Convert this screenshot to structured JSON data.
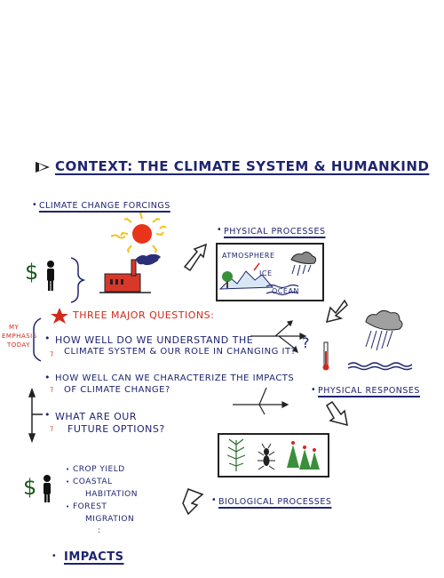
{
  "title": "CONTEXT: THE CLIMATE SYSTEM & HUMANKIND",
  "forcings_label": "CLIMATE CHANGE FORCINGS",
  "physical_processes": {
    "label": "PHYSICAL PROCESSES",
    "atmosphere": "ATMOSPHERE",
    "ice": "ICE",
    "ocean": "OCEAN"
  },
  "questions": {
    "header": "THREE MAJOR QUESTIONS:",
    "emphasis_line1": "MY",
    "emphasis_line2": "EMPHASIS",
    "emphasis_line3": "TODAY",
    "q1_line1": "HOW WELL DO WE UNDERSTAND THE",
    "q1_line2": "CLIMATE SYSTEM & OUR ROLE IN CHANGING IT?",
    "q2_line1": "HOW WELL CAN WE CHARACTERIZE THE IMPACTS",
    "q2_line2": "OF CLIMATE CHANGE?",
    "q3_line1": "WHAT ARE OUR",
    "q3_line2": "FUTURE OPTIONS?"
  },
  "physical_responses_label": "PHYSICAL RESPONSES",
  "biological_processes_label": "BIOLOGICAL PROCESSES",
  "impacts": {
    "items": [
      "CROP YIELD",
      "COASTAL",
      "HABITATION",
      "FOREST",
      "MIGRATION",
      ":"
    ],
    "label": "IMPACTS"
  },
  "symbols": {
    "dollar": "$",
    "question_mark": "?",
    "bullet": "•"
  },
  "colors": {
    "ink": "#1f2470",
    "accent": "#d12a1a",
    "sun": "#e8351a",
    "rays": "#f0c419",
    "factory": "#d8372a",
    "tree": "#3a8f3a"
  }
}
